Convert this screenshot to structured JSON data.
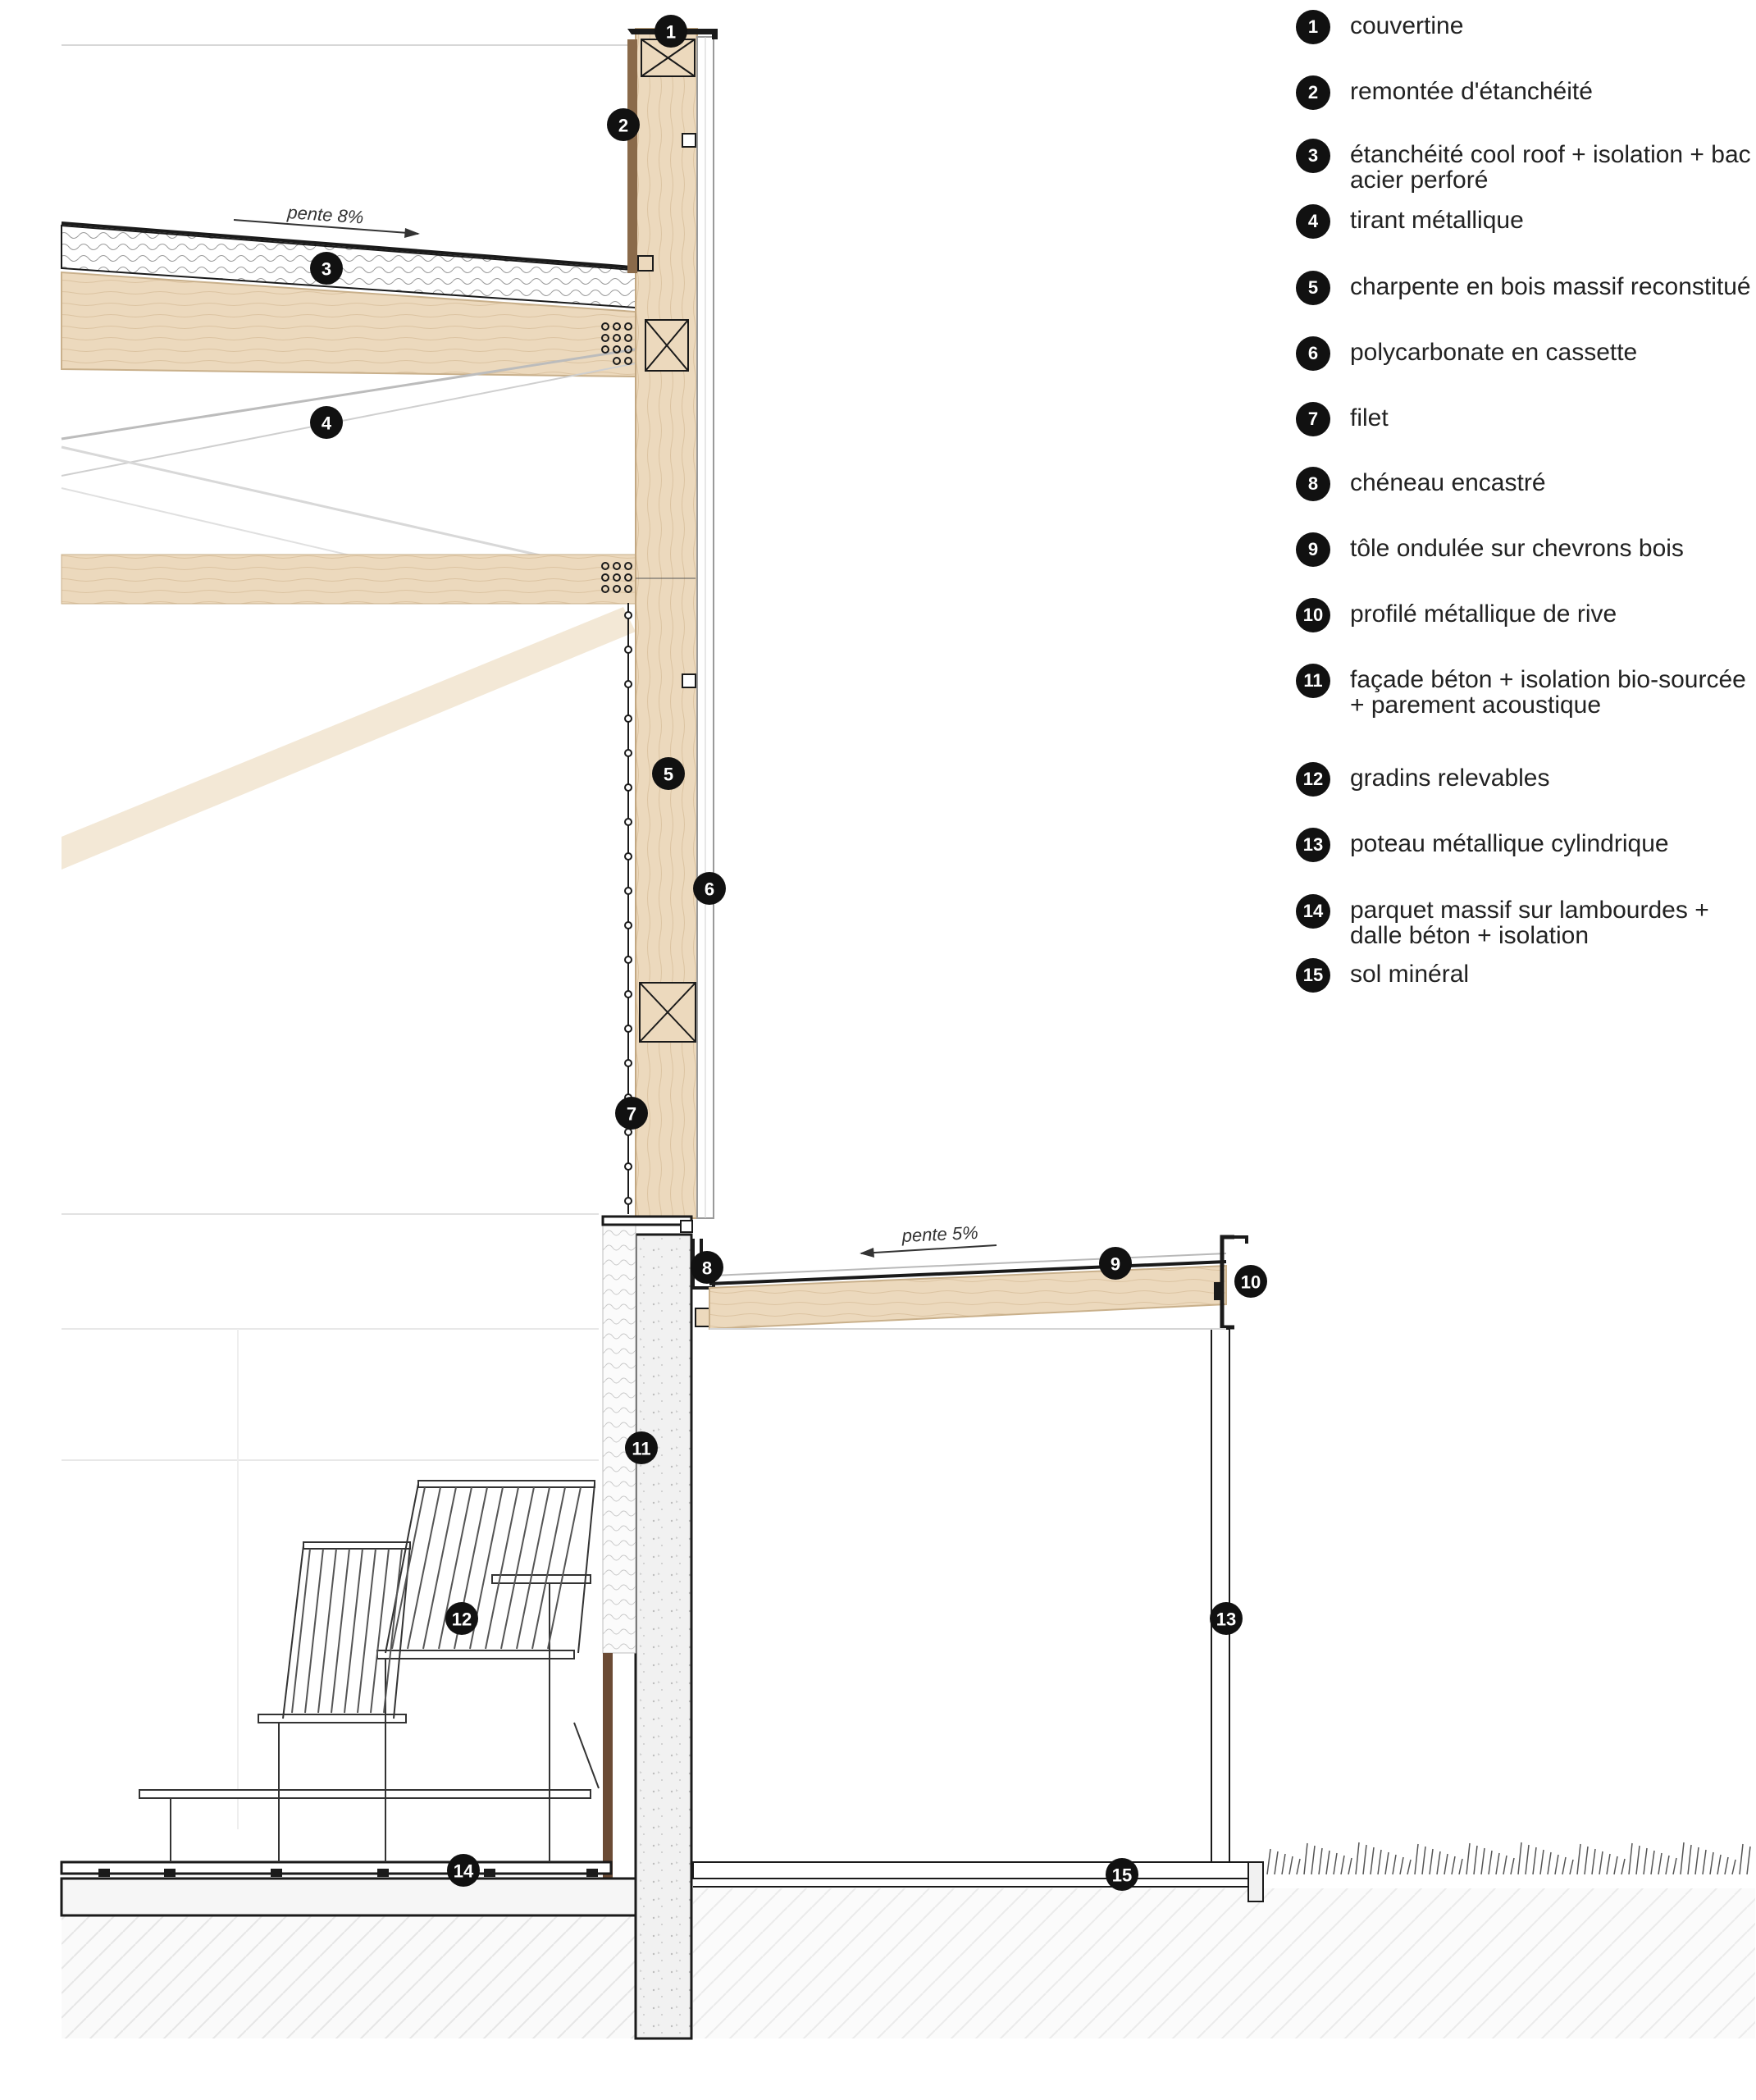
{
  "colors": {
    "wood": "#ecd9bd",
    "wood_dark": "#a07a55",
    "line": "#1a1a1a",
    "concrete": "#ededed",
    "marker": "#111111"
  },
  "slopes": {
    "roof": "pente 8%",
    "canopy": "pente 5%"
  },
  "legend": [
    {
      "n": "1",
      "label": "couvertine"
    },
    {
      "n": "2",
      "label": "remontée d'étanchéité"
    },
    {
      "n": "3",
      "label": "étanchéité cool roof + isolation + bac acier perforé"
    },
    {
      "n": "4",
      "label": "tirant métallique"
    },
    {
      "n": "5",
      "label": "charpente en bois massif reconstitué"
    },
    {
      "n": "6",
      "label": "polycarbonate en cassette"
    },
    {
      "n": "7",
      "label": "filet"
    },
    {
      "n": "8",
      "label": "chéneau encastré"
    },
    {
      "n": "9",
      "label": "tôle ondulée sur chevrons bois"
    },
    {
      "n": "10",
      "label": "profilé métallique de rive"
    },
    {
      "n": "11",
      "label": "façade béton + isolation bio-sourcée + parement acoustique"
    },
    {
      "n": "12",
      "label": "gradins relevables"
    },
    {
      "n": "13",
      "label": "poteau métallique cylindrique"
    },
    {
      "n": "14",
      "label": "parquet massif sur lambourdes + dalle béton + isolation"
    },
    {
      "n": "15",
      "label": "sol minéral"
    }
  ],
  "markers": [
    "1",
    "2",
    "3",
    "4",
    "5",
    "6",
    "7",
    "8",
    "9",
    "10",
    "11",
    "12",
    "13",
    "14",
    "15"
  ]
}
